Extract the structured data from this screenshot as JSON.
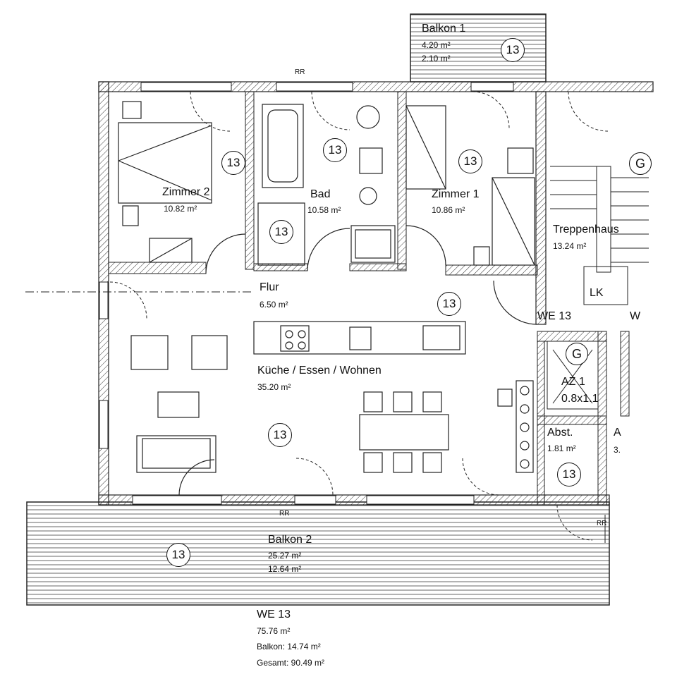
{
  "rooms": {
    "balkon1": {
      "name": "Balkon 1",
      "area1": "4.20 m²",
      "area2": "2.10 m²"
    },
    "zimmer2": {
      "name": "Zimmer 2",
      "area": "10.82 m²"
    },
    "bad": {
      "name": "Bad",
      "area": "10.58 m²"
    },
    "zimmer1": {
      "name": "Zimmer 1",
      "area": "10.86 m²"
    },
    "treppenhaus": {
      "name": "Treppenhaus",
      "area": "13.24 m²"
    },
    "flur": {
      "name": "Flur",
      "area": "6.50 m²"
    },
    "kueche": {
      "name": "Küche / Essen / Wohnen",
      "area": "35.20 m²"
    },
    "az1": {
      "name": "AZ 1",
      "size": "0.8x1.1"
    },
    "abst": {
      "name": "Abst.",
      "area": "1.81 m²"
    },
    "balkon2": {
      "name": "Balkon 2",
      "area1": "25.27 m²",
      "area2": "12.64 m²"
    }
  },
  "unit_number": "13",
  "g_marker": "G",
  "labels": {
    "lk": "LK",
    "we13": "WE 13",
    "w_cut": "W",
    "a_cut": "A",
    "three_cut": "3.",
    "rr": "RR"
  },
  "summary": {
    "unit": "WE 13",
    "area": "75.76 m²",
    "balkon": "Balkon: 14.74 m²",
    "gesamt": "Gesamt: 90.49 m²"
  }
}
